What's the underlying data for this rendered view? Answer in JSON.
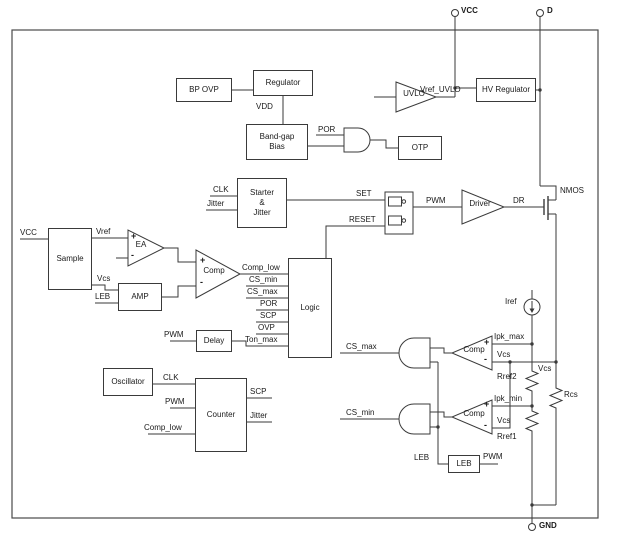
{
  "pins": {
    "vcc": "VCC",
    "d": "D",
    "gnd": "GND"
  },
  "blocks": {
    "bp_ovp": "BP OVP",
    "regulator": "Regulator",
    "bandgap": {
      "line1": "Band-gap",
      "line2": "Bias"
    },
    "hv_regulator": "HV Regulator",
    "uvlo": "UVLO",
    "otp": "OTP",
    "starter": {
      "line1": "Starter",
      "line2": "&",
      "line3": "Jitter"
    },
    "driver": "Driver",
    "sample": "Sample",
    "ea": "EA",
    "amp": "AMP",
    "comp": "Comp",
    "logic": "Logic",
    "delay": "Delay",
    "oscillator": "Oscillator",
    "counter": "Counter",
    "leb": "LEB",
    "nmos": "NMOS"
  },
  "nets": {
    "vcc": "VCC",
    "vdd": "VDD",
    "vref": "Vref",
    "vref_uvlo": "Vref_UVLO",
    "por": "POR",
    "clk": "CLK",
    "jitter": "Jitter",
    "set": "SET",
    "reset": "RESET",
    "pwm": "PWM",
    "dr": "DR",
    "vcs": "Vcs",
    "leb": "LEB",
    "comp_low": "Comp_low",
    "cs_min": "CS_min",
    "cs_max": "CS_max",
    "scp": "SCP",
    "ovp": "OVP",
    "ton_max": "Ton_max",
    "iref": "Iref",
    "ipk_max": "Ipk_max",
    "ipk_min": "Ipk_min",
    "rref1": "Rref1",
    "rref2": "Rref2",
    "rcs": "Rcs"
  },
  "signs": {
    "plus": "+",
    "minus": "-"
  }
}
